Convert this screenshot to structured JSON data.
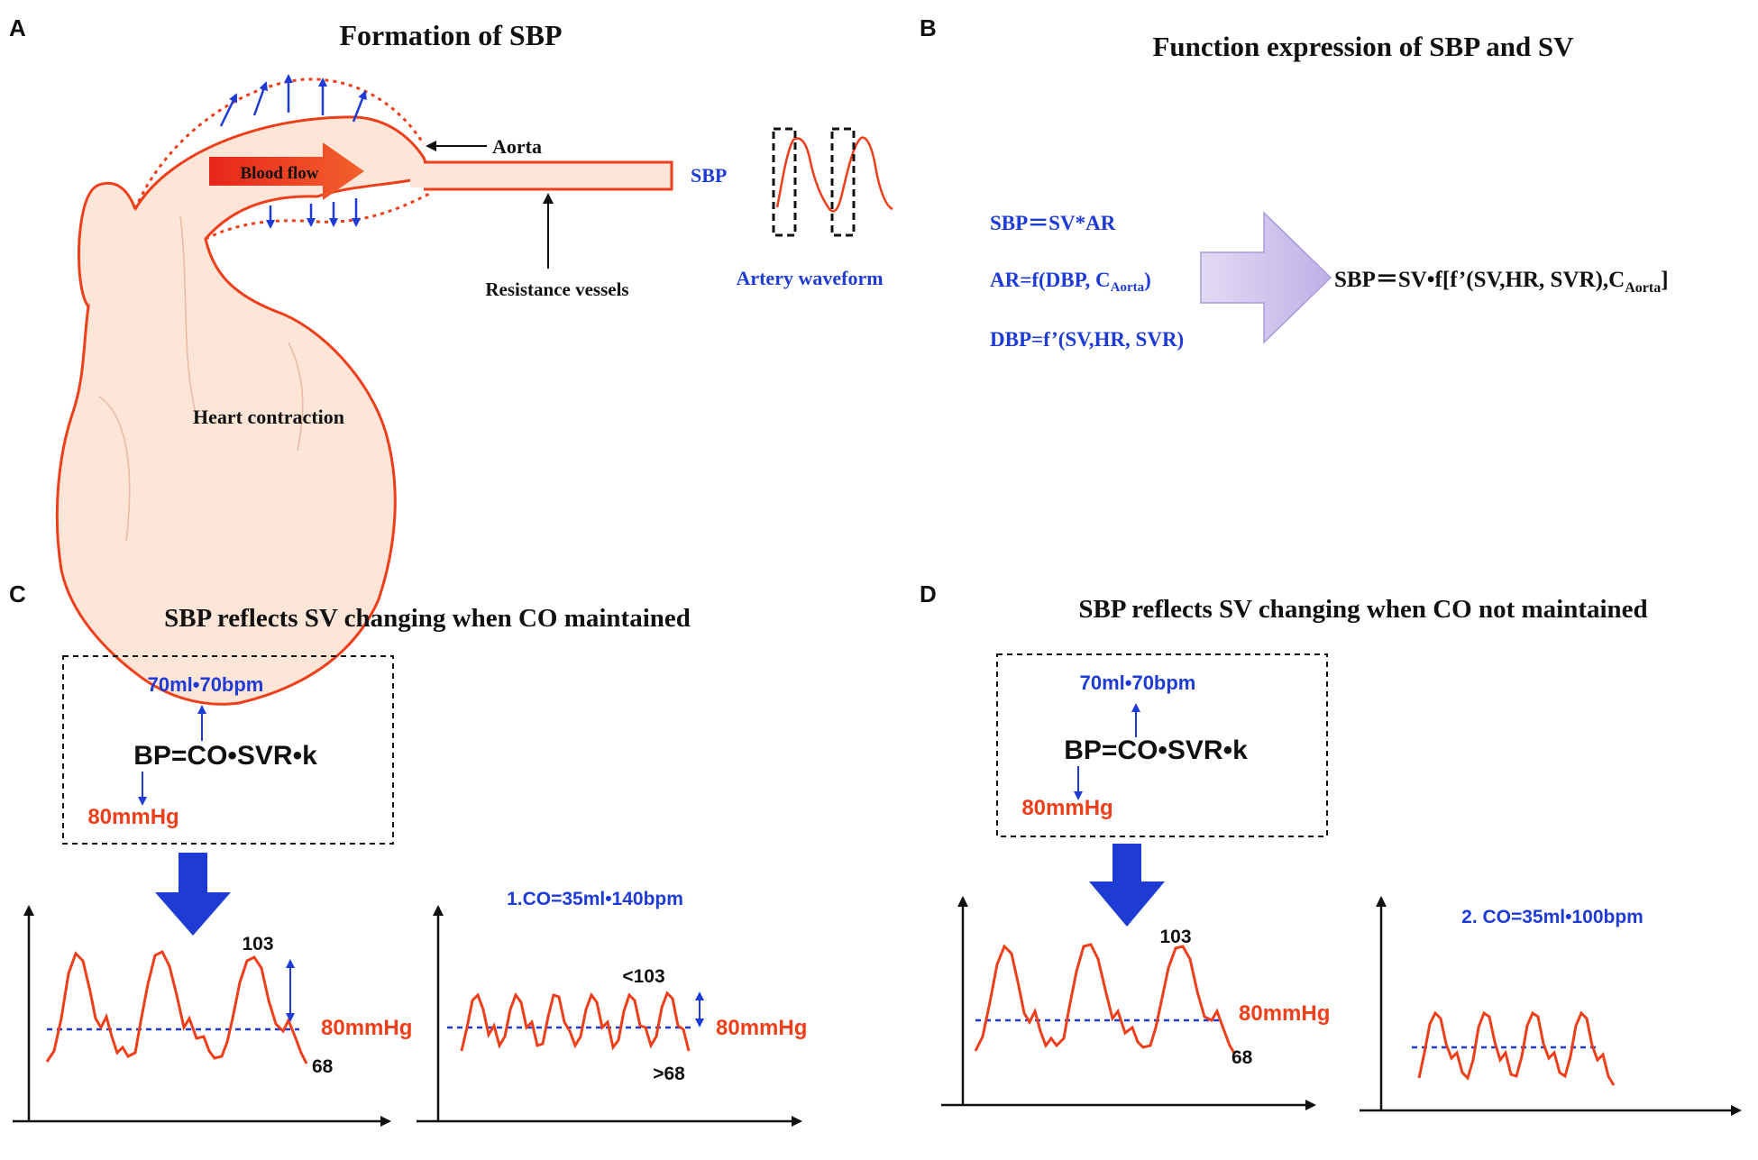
{
  "panels": {
    "a": {
      "letter": "A",
      "title": "Formation of SBP",
      "labels": {
        "aorta": "Aorta",
        "blood_flow": "Blood flow",
        "sbp": "SBP",
        "resistance": "Resistance vessels",
        "artery_waveform": "Artery waveform",
        "heart": "Heart contraction"
      }
    },
    "b": {
      "letter": "B",
      "title": "Function expression of SBP and SV",
      "eq1": "SBP＝SV*AR",
      "eq2_main": "AR=f(DBP, C",
      "eq2_sub": "Aorta",
      "eq2_end": ")",
      "eq3": "DBP=f’(SV,HR, SVR)",
      "result_main": "SBP＝SV•f[f’(SV,HR, SVR),C",
      "result_sub": "Aorta",
      "result_end": "]"
    },
    "c": {
      "letter": "C",
      "title": "SBP reflects SV changing when CO maintained",
      "box": {
        "top": "70ml•70bpm",
        "formula": "BP=CO•SVR•k",
        "bottom": "80mmHg"
      },
      "graph1": {
        "peak": "103",
        "mean": "80mmHg",
        "trough": "68"
      },
      "graph2": {
        "caption": "1.CO=35ml•140bpm",
        "peak": "<103",
        "mean": "80mmHg",
        "trough": ">68"
      }
    },
    "d": {
      "letter": "D",
      "title": "SBP reflects SV changing when CO not maintained",
      "box": {
        "top": "70ml•70bpm",
        "formula": "BP=CO•SVR•k",
        "bottom": "80mmHg"
      },
      "graph1": {
        "peak": "103",
        "mean": "80mmHg",
        "trough": "68"
      },
      "graph2": {
        "caption": "2. CO=35ml•100bpm"
      }
    }
  },
  "colors": {
    "red": "#ee3e1a",
    "blue": "#1f3bd6",
    "tissue": "#fde6d8",
    "arrow": "#cbbfe8"
  }
}
